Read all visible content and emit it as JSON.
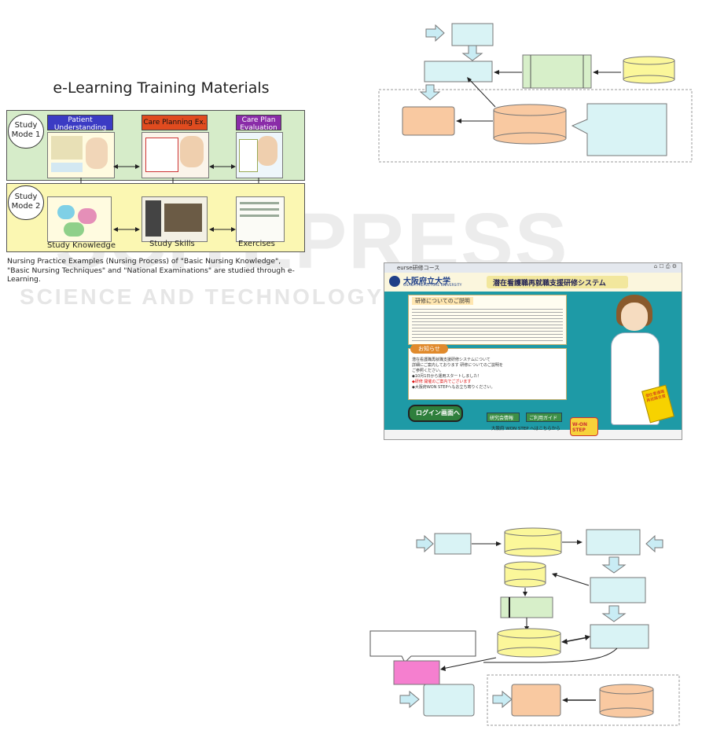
{
  "watermark": {
    "line1": "SCITEPRESS",
    "line2": "SCIENCE AND TECHNOLOGY PUBLICATIONS"
  },
  "elearning": {
    "title": "e-Learning Training Materials",
    "mode1_label": "Study Mode 1",
    "mode2_label": "Study Mode 2",
    "mode1_items": [
      {
        "label": "Patient Understanding Ex.",
        "color": "#3b3bc4"
      },
      {
        "label": "Care Planning  Ex.",
        "color": "#e04b1f"
      },
      {
        "label": "Care Plan Evaluation EX",
        "color": "#8a2ca8"
      }
    ],
    "mode2_items": [
      "Study Knowledge",
      "Study Skills",
      "Exercises"
    ],
    "caption": "Nursing Practice Examples (Nursing Process) of \"Basic Nursing Knowledge\", \"Basic Nursing Techniques\" and \"National Examinations\" are studied through e-Learning."
  },
  "portal": {
    "tab_title": "eurse研修コース",
    "university_name": "大阪府立大学",
    "university_sub": "OSAKA PREFECTURE UNIVERSITY",
    "system_title": "潜在看護職再就職支援研修システム",
    "intro_heading": "研修についてのご説明",
    "notice_heading": "お知らせ",
    "notice_lines": [
      "潜在看護職再就職支援研修システムについて",
      "詳細にご案内しております 研修についてのご説明を",
      "ご参照ください。",
      "◆10月1日から運用スタートしました！",
      "◆研修 開催のご案内でございます",
      "◆大阪府WON STEPへもお立ち寄りください。"
    ],
    "login_button": "ログイン画面へ",
    "btn_1": "研究会情報",
    "btn_2": "ご利用ガイド",
    "footer_text": "大阪府 WON STEP へはこちらから",
    "logo_text": "W-ON STEP",
    "book_text": "潜在看護職再就職支援"
  },
  "colors": {
    "cyan_box": "#d9f3f5",
    "green_box": "#d7efc9",
    "yellow_db": "#fbf79a",
    "orange_box": "#f9c9a1",
    "pink_box": "#f57fcf",
    "arrow_fill": "#c9ecf4"
  }
}
